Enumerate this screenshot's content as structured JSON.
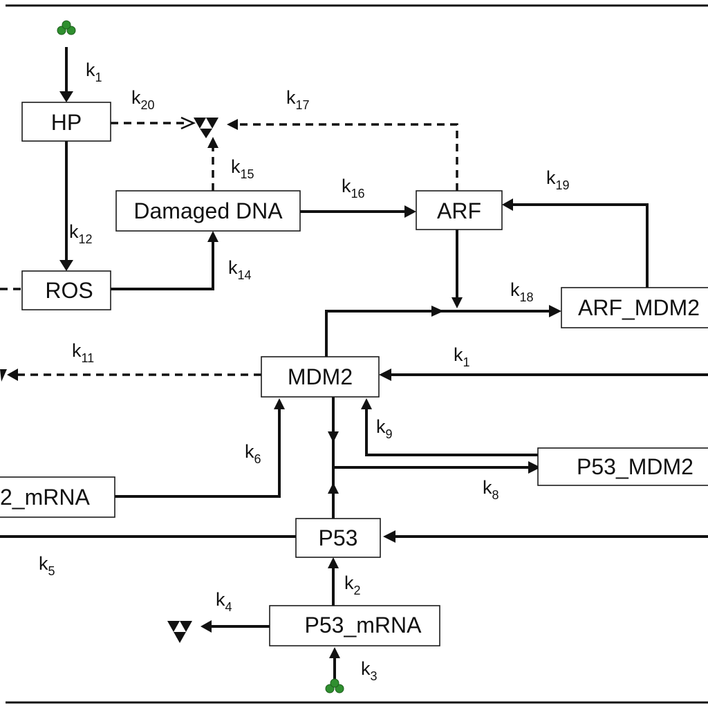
{
  "nodes": {
    "hp": "HP",
    "damaged_dna": "Damaged DNA",
    "arf": "ARF",
    "ros": "ROS",
    "arf_mdm2": "ARF_MDM2",
    "mdm2": "MDM2",
    "p53_mdm2": "P53_MDM2",
    "mdm2_mrna": "2_mRNA",
    "p53": "P53",
    "p53_mrna": "P53_mRNA"
  },
  "rates": {
    "k1_top": {
      "base": "k",
      "sub": "1"
    },
    "k20": {
      "base": "k",
      "sub": "20"
    },
    "k17": {
      "base": "k",
      "sub": "17"
    },
    "k15": {
      "base": "k",
      "sub": "15"
    },
    "k16": {
      "base": "k",
      "sub": "16"
    },
    "k19": {
      "base": "k",
      "sub": "19"
    },
    "k12": {
      "base": "k",
      "sub": "12"
    },
    "k14": {
      "base": "k",
      "sub": "14"
    },
    "k18": {
      "base": "k",
      "sub": "18"
    },
    "k11": {
      "base": "k",
      "sub": "11"
    },
    "k1_mid": {
      "base": "k",
      "sub": "1"
    },
    "k9": {
      "base": "k",
      "sub": "9"
    },
    "k6": {
      "base": "k",
      "sub": "6"
    },
    "k8": {
      "base": "k",
      "sub": "8"
    },
    "k5": {
      "base": "k",
      "sub": "5"
    },
    "k2": {
      "base": "k",
      "sub": "2"
    },
    "k4": {
      "base": "k",
      "sub": "4"
    },
    "k3": {
      "base": "k",
      "sub": "3"
    }
  },
  "colors": {
    "source_symbol": "#2f8f2f",
    "ink": "#111111"
  }
}
